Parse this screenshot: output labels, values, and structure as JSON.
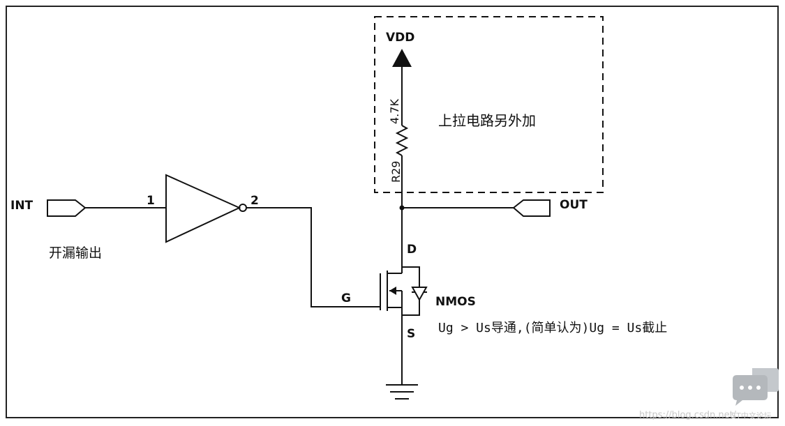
{
  "labels": {
    "int": "INT",
    "out": "OUT",
    "vdd": "VDD",
    "pin1": "1",
    "pin2": "2",
    "resistor_value": "4.7K",
    "resistor_ref": "R29",
    "pullup_note": "上拉电路另外加",
    "open_drain": "开漏输出",
    "drain": "D",
    "gate": "G",
    "source": "S",
    "nmos": "NMOS",
    "condition": "Ug > Us导通,(简单认为)Ug = Us截止"
  },
  "watermark": {
    "url": "https://blog.csdn.net/",
    "brand": "ST中文论坛"
  },
  "colors": {
    "line": "#111111",
    "frame": "#222222",
    "watermark": "#c8c8c8",
    "chat_icon": "#b4b8bc"
  },
  "icons": [
    "chat-bubble-icon"
  ]
}
